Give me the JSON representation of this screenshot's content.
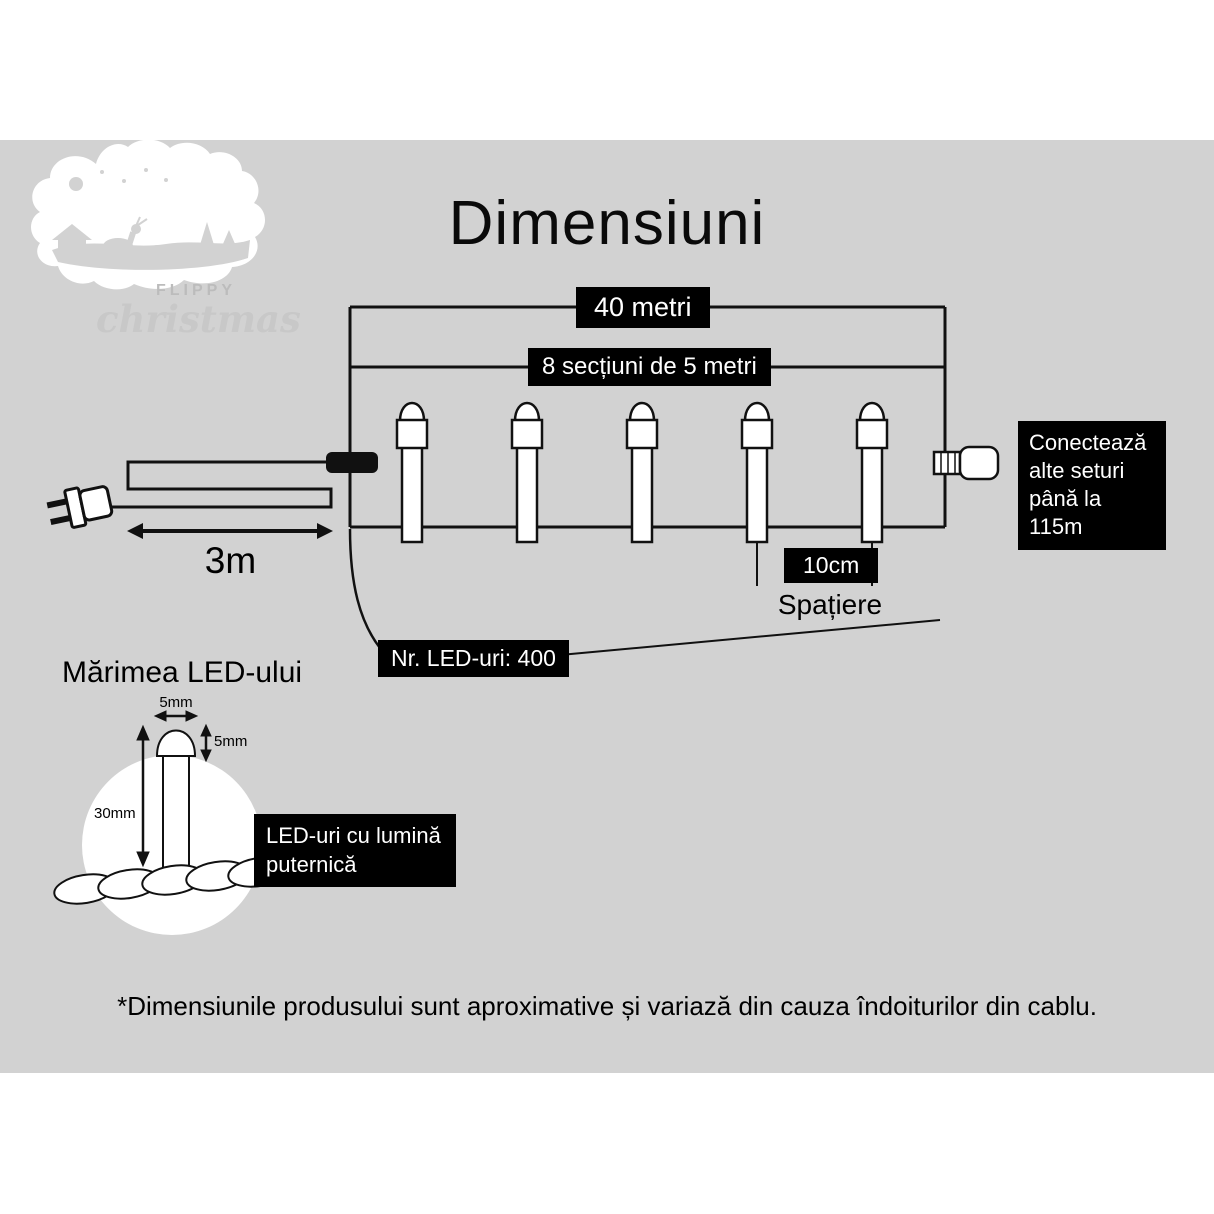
{
  "page": {
    "title": "Dimensiuni",
    "disclaimer": "*Dimensiunile produsului sunt aproximative și variază din cauza îndoiturilor din cablu."
  },
  "logo": {
    "brand_line1": "FLIPPY",
    "brand_line2": "christmas"
  },
  "measurements": {
    "total_length": "40 metri",
    "sections": "8 secțiuni de 5 metri",
    "connect_info": "Conectează alte seturi până la 115m",
    "lead_length": "3m",
    "spacing_value": "10cm",
    "spacing_label": "Spațiere",
    "led_count": "Nr. LED-uri: 400"
  },
  "led_detail": {
    "title": "Mărimea LED-ului",
    "bulb_width": "5mm",
    "bulb_height": "5mm",
    "body_length": "30mm",
    "brightness_note": "LED-uri cu lumină puternică"
  },
  "colors": {
    "panel_background": "#d2d2d2",
    "label_background": "#000000",
    "label_text": "#ffffff",
    "line_color": "#111111"
  }
}
